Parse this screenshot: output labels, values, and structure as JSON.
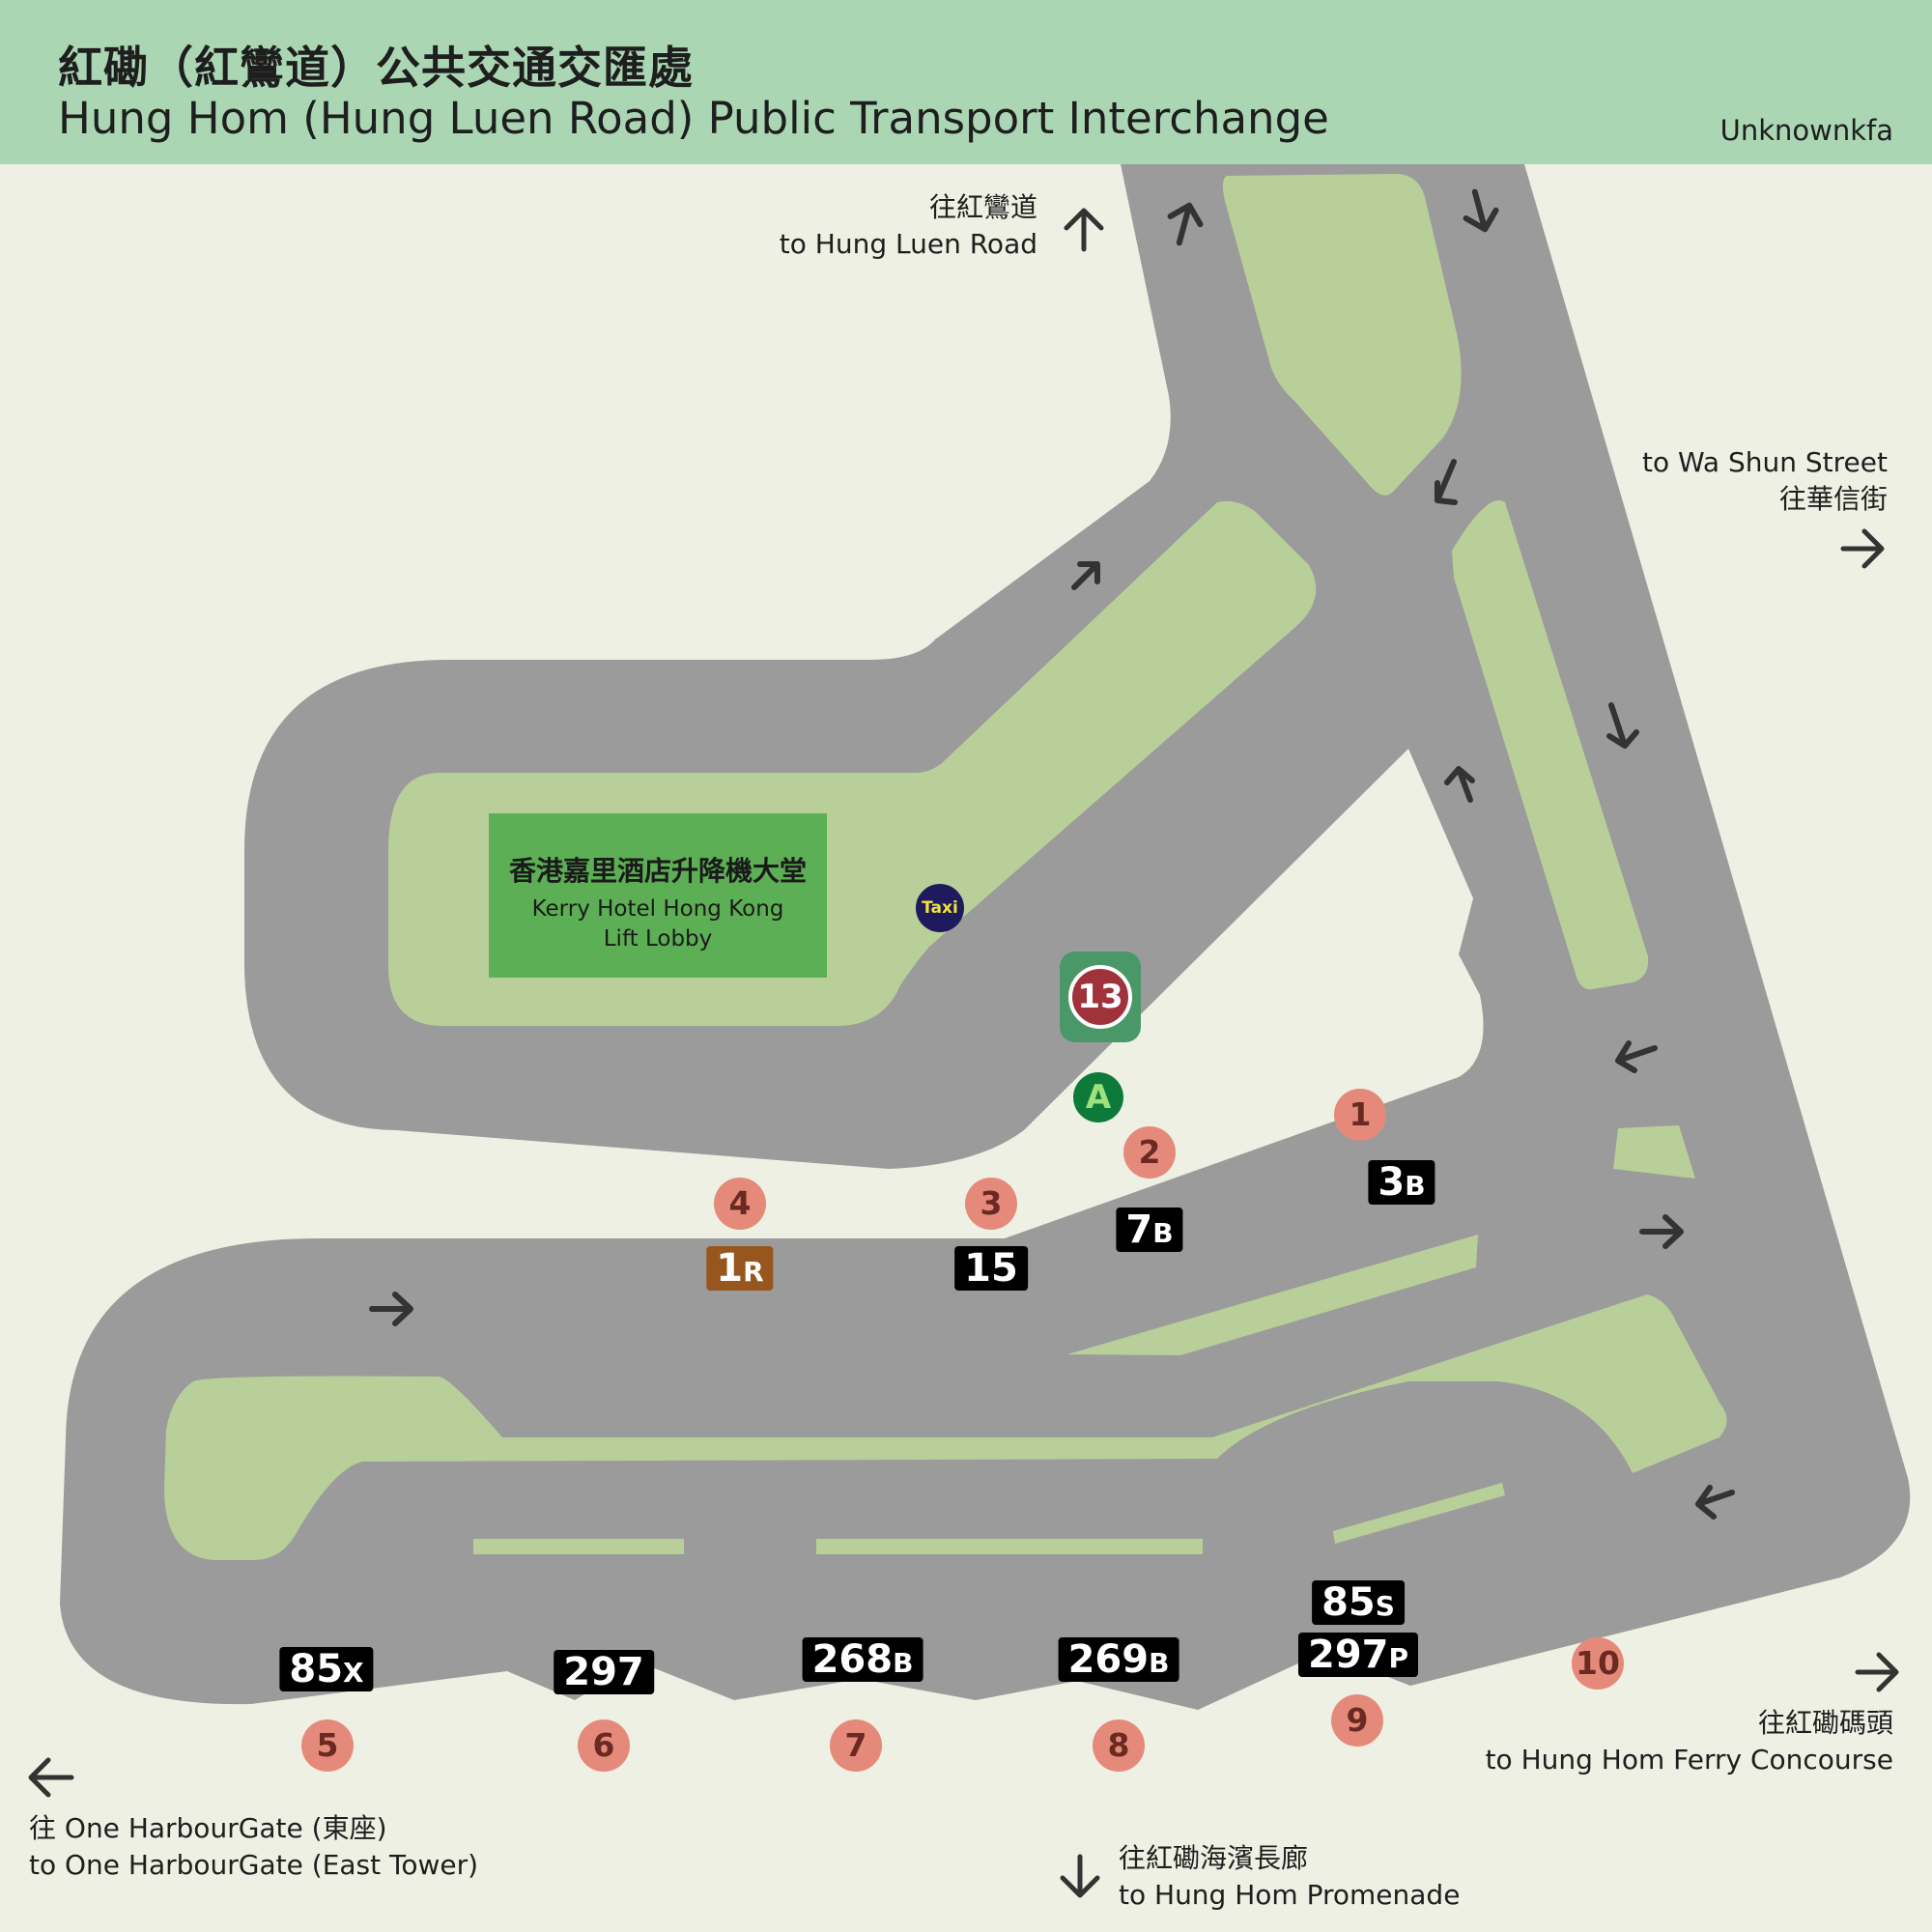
{
  "header": {
    "title_zh": "紅磡（紅鸞道）公共交通交匯處",
    "title_en": "Hung Hom (Hung Luen Road) Public Transport Interchange",
    "author": "Unknownkfa"
  },
  "colors": {
    "header_bg": "#aad6b3",
    "background": "#eef0e3",
    "road": "#9b9b9b",
    "island": "#b9cf99",
    "lobby": "#5caf54",
    "stop_circle": "#e58a7a",
    "route_badge": "#000000",
    "route_badge_special": "#96561e",
    "mtr_badge": "#4a9867",
    "mtr_line": "#a0323c",
    "exit": "#0d7a3a",
    "taxi": "#1d1a5e",
    "arrow": "#333333"
  },
  "destinations": {
    "hung_luen_road": {
      "zh": "往紅鸞道",
      "en": "to Hung Luen Road",
      "icon": "arrow-up-icon"
    },
    "wa_shun_street": {
      "en": "to Wa Shun Street",
      "zh": "往華信街",
      "icon": "arrow-right-icon"
    },
    "ferry": {
      "zh": "往紅磡碼頭",
      "en": "to Hung Hom Ferry Concourse",
      "icon": "arrow-right-icon"
    },
    "harbourgate": {
      "zh": "往 One HarbourGate (東座)",
      "en": "to One HarbourGate (East Tower)",
      "icon": "arrow-left-icon"
    },
    "promenade": {
      "zh": "往紅磡海濱長廊",
      "en": "to Hung Hom Promenade",
      "icon": "arrow-down-icon"
    }
  },
  "lobby": {
    "zh": "香港嘉里酒店升降機大堂",
    "en_line1": "Kerry Hotel Hong Kong",
    "en_line2": "Lift Lobby"
  },
  "taxi": {
    "label": "Taxi",
    "icon": "taxi-icon"
  },
  "mtr": {
    "number": "13",
    "exit": "A"
  },
  "stops": [
    "1",
    "2",
    "3",
    "4",
    "5",
    "6",
    "7",
    "8",
    "9",
    "10"
  ],
  "routes": [
    {
      "main": "1",
      "suffix": "R",
      "stop": "4"
    },
    {
      "main": "15",
      "suffix": "",
      "stop": "3"
    },
    {
      "main": "7",
      "suffix": "B",
      "stop": "2"
    },
    {
      "main": "3",
      "suffix": "B",
      "stop": "1"
    },
    {
      "main": "85",
      "suffix": "X",
      "stop": "5"
    },
    {
      "main": "297",
      "suffix": "",
      "stop": "6"
    },
    {
      "main": "268",
      "suffix": "B",
      "stop": "7"
    },
    {
      "main": "269",
      "suffix": "B",
      "stop": "8"
    },
    {
      "main": "85",
      "suffix": "S",
      "stop": "9"
    },
    {
      "main": "297",
      "suffix": "P",
      "stop": "9"
    }
  ]
}
